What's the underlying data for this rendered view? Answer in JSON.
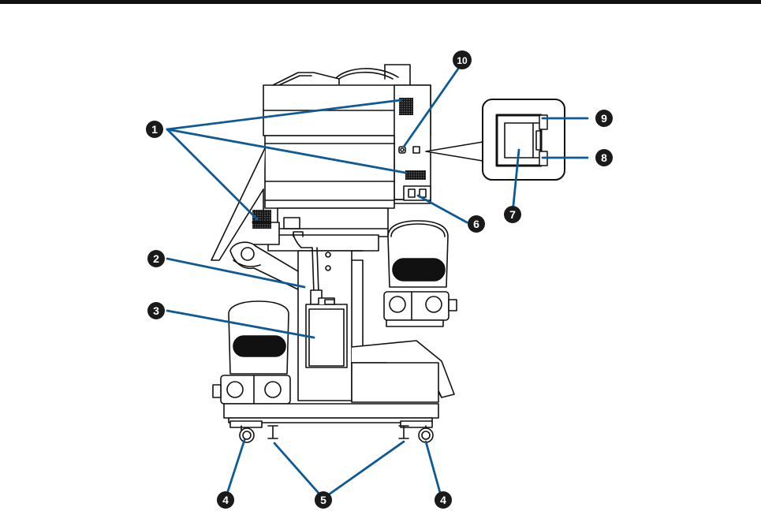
{
  "colors": {
    "outline": "#111111",
    "leader": "#0e5a96",
    "callout_fill": "#1a1a1a",
    "callout_text": "#ffffff",
    "body_fill": "#ffffff"
  },
  "callouts": {
    "c1": "1",
    "c2": "2",
    "c3": "3",
    "c4a": "4",
    "c4b": "4",
    "c5": "5",
    "c6": "6",
    "c7": "7",
    "c8": "8",
    "c9": "9",
    "c10": "10"
  }
}
